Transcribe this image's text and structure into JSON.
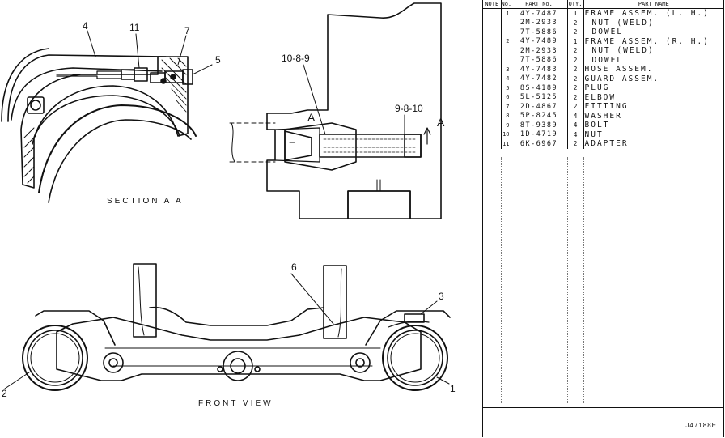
{
  "callouts": {
    "c1": "1",
    "c2": "2",
    "c3": "3",
    "c4": "4",
    "c5": "5",
    "c6": "6",
    "c7": "7",
    "c11": "11",
    "c1089": "10-8-9",
    "c9810": "9-8-10",
    "secA_left": "A",
    "secA_right": "A"
  },
  "captions": {
    "section": "SECTION A A",
    "front": "FRONT VIEW"
  },
  "table": {
    "headers": {
      "note": "NOTE",
      "no": "No.",
      "part_no": "PART No.",
      "qty": "QTY.",
      "name": "PART NAME"
    },
    "rows": [
      {
        "note": "",
        "no": "1",
        "part_no": "4Y-7487",
        "qty": "1",
        "name": "FRAME ASSEM. (L. H.)",
        "sub": false
      },
      {
        "note": "",
        "no": "",
        "part_no": "2M-2933",
        "qty": "2",
        "name": "NUT (WELD)",
        "sub": true
      },
      {
        "note": "",
        "no": "",
        "part_no": "7T-5886",
        "qty": "2",
        "name": "DOWEL",
        "sub": true
      },
      {
        "note": "",
        "no": "2",
        "part_no": "4Y-7489",
        "qty": "1",
        "name": "FRAME ASSEM. (R. H.)",
        "sub": false
      },
      {
        "note": "",
        "no": "",
        "part_no": "2M-2933",
        "qty": "2",
        "name": "NUT (WELD)",
        "sub": true
      },
      {
        "note": "",
        "no": "",
        "part_no": "7T-5886",
        "qty": "2",
        "name": "DOWEL",
        "sub": true
      },
      {
        "note": "",
        "no": "3",
        "part_no": "4Y-7483",
        "qty": "2",
        "name": "HOSE ASSEM.",
        "sub": false
      },
      {
        "note": "",
        "no": "4",
        "part_no": "4Y-7482",
        "qty": "2",
        "name": "GUARD ASSEM.",
        "sub": false
      },
      {
        "note": "",
        "no": "5",
        "part_no": "8S-4189",
        "qty": "2",
        "name": "PLUG",
        "sub": false
      },
      {
        "note": "",
        "no": "6",
        "part_no": "5L-5125",
        "qty": "2",
        "name": "ELBOW",
        "sub": false
      },
      {
        "note": "",
        "no": "7",
        "part_no": "2D-4867",
        "qty": "2",
        "name": "FITTING",
        "sub": false
      },
      {
        "note": "",
        "no": "8",
        "part_no": "5P-8245",
        "qty": "4",
        "name": "WASHER",
        "sub": false
      },
      {
        "note": "",
        "no": "9",
        "part_no": "8T-9389",
        "qty": "4",
        "name": "BOLT",
        "sub": false
      },
      {
        "note": "",
        "no": "10",
        "part_no": "1D-4719",
        "qty": "4",
        "name": "NUT",
        "sub": false
      },
      {
        "note": "",
        "no": "11",
        "part_no": "6K-6967",
        "qty": "2",
        "name": "ADAPTER",
        "sub": false
      }
    ]
  },
  "drawing_ref": "J47188E"
}
